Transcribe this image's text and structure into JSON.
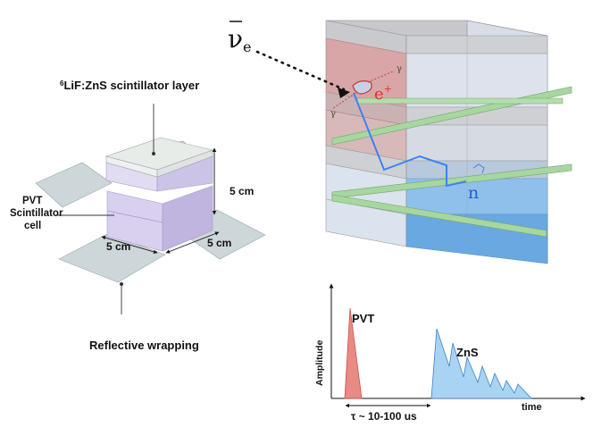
{
  "left_panel": {
    "layer_label_sup": "6",
    "layer_label_main": "LiF:ZnS scintillator layer",
    "cell_label_lines": [
      "PVT",
      "Scintillator",
      "cell"
    ],
    "dim_vertical": "5 cm",
    "dim_front": "5 cm",
    "dim_side": "5 cm",
    "wrapping_label": "Reflective wrapping"
  },
  "detector": {
    "neutrino_symbol": "ν",
    "neutrino_sub": "e",
    "positron_symbol": "e",
    "positron_sup": "+",
    "gamma_symbol": "γ",
    "neutron_symbol": "n"
  },
  "signal_chart": {
    "ylabel": "Amplitude",
    "xlabel": "time",
    "pvt_label": "PVT",
    "zns_label": "ZnS",
    "delay_label": "τ ~ 10-100 us"
  },
  "colors": {
    "pvt_pulse": "#e98a84",
    "zns_pulse": "#a9d3f2",
    "track": "#3b82f6",
    "positron": "#e03030",
    "rod": "#a8d6a0"
  }
}
